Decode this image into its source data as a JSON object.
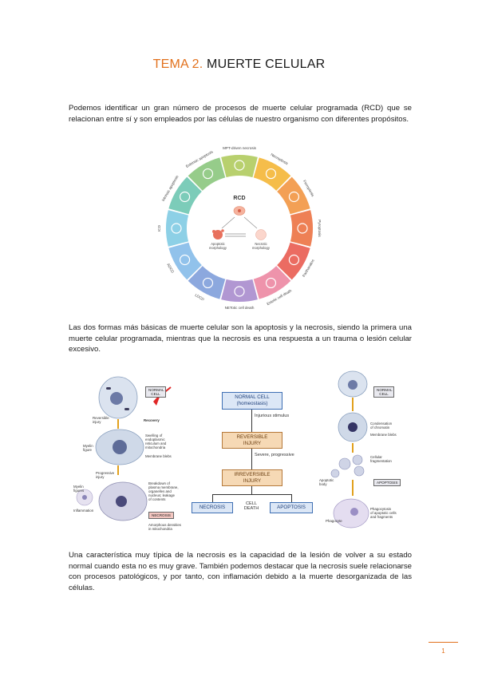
{
  "header": {
    "title_accent": "TEMA 2.",
    "title_rest": "MUERTE CELULAR"
  },
  "paragraphs": [
    "Podemos identificar un gran número de procesos de muerte celular programada (RCD) que se relacionan entre sí y son empleados por las células de nuestro organismo con diferentes propósitos.",
    "Las dos formas más básicas de muerte celular son la apoptosis y la necrosis, siendo la primera una muerte celular programada, mientras que la necrosis es una respuesta a un trauma o lesión celular excesivo.",
    "Una característica muy típica de la necrosis es la capacidad de la lesión de volver a su estado normal cuando esta no es muy grave. También podemos destacar que la necrosis suele relacionarse con procesos patológicos, y por tanto, con inflamación debido a la muerte desorganizada de las células."
  ],
  "wheel": {
    "center_title": "RCD",
    "left_label": "Apoptotic\nmorphology",
    "right_label": "Necrotic\nmorphology",
    "segments": [
      {
        "label": "Necroptosis",
        "color": "#f5bd4a"
      },
      {
        "label": "Ferroptosis",
        "color": "#f3a055"
      },
      {
        "label": "Pyroptosis",
        "color": "#ee8055"
      },
      {
        "label": "Parthanatos",
        "color": "#eb6c62"
      },
      {
        "label": "Entotic cell death",
        "color": "#ee93ab"
      },
      {
        "label": "NETotic cell death",
        "color": "#b197d2"
      },
      {
        "label": "LDCD",
        "color": "#8ca8de"
      },
      {
        "label": "ADCD",
        "color": "#91c2eb"
      },
      {
        "label": "ICD",
        "color": "#8dd0e6"
      },
      {
        "label": "Intrinsic apoptosis",
        "color": "#7cccb9"
      },
      {
        "label": "Extrinsic apoptosis",
        "color": "#96cc8a"
      },
      {
        "label": "MPT-driven necrosis",
        "color": "#b8d06e"
      }
    ]
  },
  "flowchart": {
    "normal_cell": "NORMAL CELL\n(homeostasis)",
    "injurious": "Injurious stimulus",
    "reversible": "REVERSIBLE\nINJURY",
    "severe": "Severe, progressive",
    "irreversible": "IRREVERSIBLE\nINJURY",
    "necrosis": "NECROSIS",
    "cell_death": "CELL\nDEATH",
    "apoptosis": "APOPTOSIS"
  },
  "left_panel": {
    "normal_cell_tag": "NORMAL\nCELL",
    "reversible_label": "Reversible\ninjury",
    "recovery_label": "Recovery",
    "swelling_note": "Swelling of\nendoplasmic\nreticulum and\nmitochondria",
    "myelin_note": "Myelin\nfigure",
    "membrane_note": "Membrane blebs",
    "progressive_label": "Progressive\ninjury",
    "breakdown_note": "Breakdown of\nplasma membrane,\norganelles and\nnucleus; leakage\nof contents",
    "myelin2_note": "Myelin\nfigures",
    "inflammation_note": "Inflammation",
    "necrosis_tag": "NECROSIS",
    "amorphous_note": "Amorphous densities\nin mitochondria"
  },
  "right_panel": {
    "normal_cell_tag": "NORMAL\nCELL",
    "condensation_note": "Condensation\nof chromatin",
    "blebs_note": "Membrane blebs",
    "fragmentation_note": "Cellular\nfragmentation",
    "apoptotic_body_note": "Apoptotic\nbody",
    "apoptosis_tag": "APOPTOSIS",
    "phagocyte_note": "Phagocyte",
    "phagocytosis_note": "Phagocytosis\nof apoptotic cells\nand fragments"
  },
  "footer": {
    "page_number": "1"
  },
  "colors": {
    "accent": "#e2711d",
    "flow_blue": "#3e6fb3",
    "flow_orange": "#f6d9b5"
  }
}
